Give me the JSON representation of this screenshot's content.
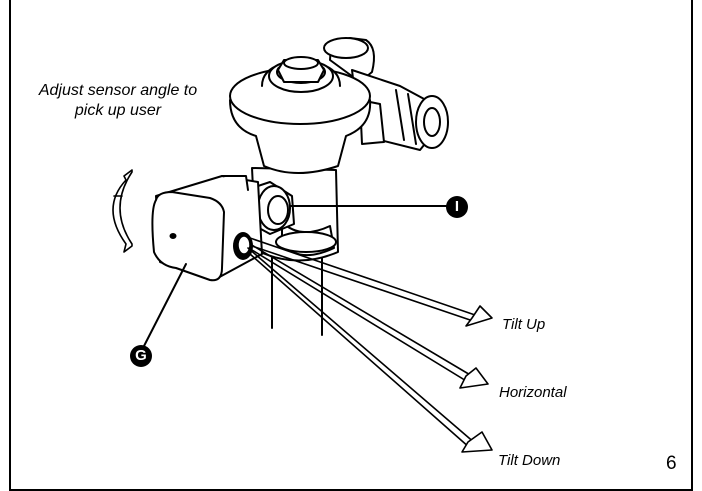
{
  "instruction": "Adjust sensor angle to pick up user",
  "callouts": {
    "i": "I",
    "g": "G"
  },
  "beam_labels": {
    "tilt_up": "Tilt Up",
    "horizontal": "Horizontal",
    "tilt_down": "Tilt Down"
  },
  "page_number": "6"
}
